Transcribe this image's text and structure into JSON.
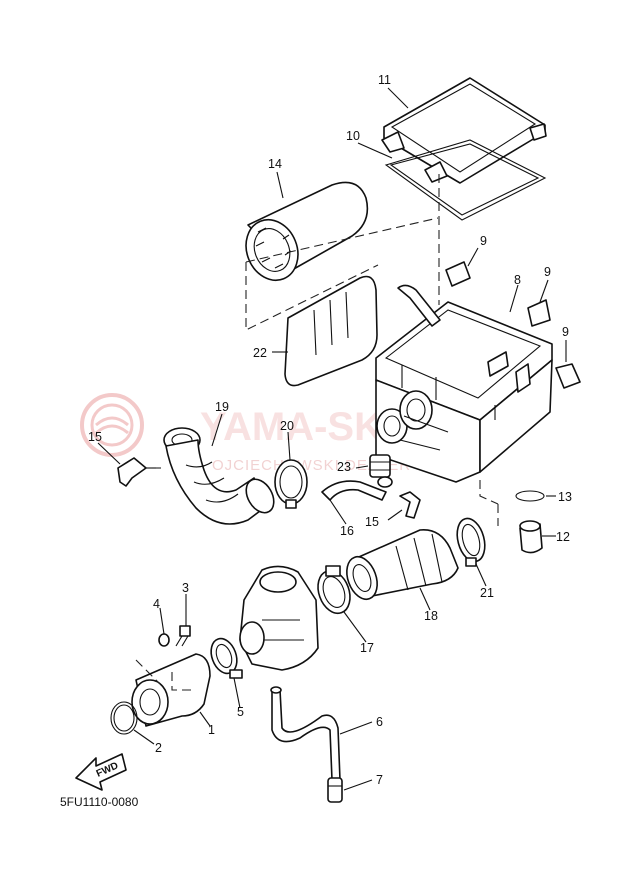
{
  "diagram_code": "5FU1110-0080",
  "fwd_label": "FWD",
  "watermark": {
    "brand": "YAMA-SKLEP.PL",
    "tagline": "OJCIECHOWSKI DEALER YAMAHA"
  },
  "callouts": {
    "c1": "1",
    "c2": "2",
    "c3": "3",
    "c4": "4",
    "c5": "5",
    "c6": "6",
    "c7": "7",
    "c8": "8",
    "c9a": "9",
    "c9b": "9",
    "c9c": "9",
    "c10": "10",
    "c11": "11",
    "c12": "12",
    "c13": "13",
    "c14": "14",
    "c15a": "15",
    "c15b": "15",
    "c16": "16",
    "c17": "17",
    "c18": "18",
    "c19": "19",
    "c20": "20",
    "c21": "21",
    "c22": "22",
    "c23": "23"
  },
  "colors": {
    "line": "#111111",
    "watermark": "#f3c9c9"
  }
}
